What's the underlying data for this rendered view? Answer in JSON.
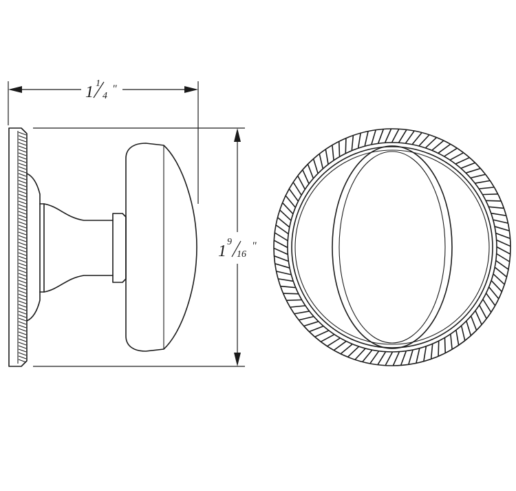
{
  "dimensions": {
    "width": {
      "whole": "1",
      "numerator": "1",
      "denominator": "4",
      "mark": "\""
    },
    "height": {
      "whole": "1",
      "numerator": "9",
      "denominator": "16",
      "mark": "\""
    }
  },
  "colors": {
    "line": "#1a1a1a",
    "background": "#ffffff"
  }
}
